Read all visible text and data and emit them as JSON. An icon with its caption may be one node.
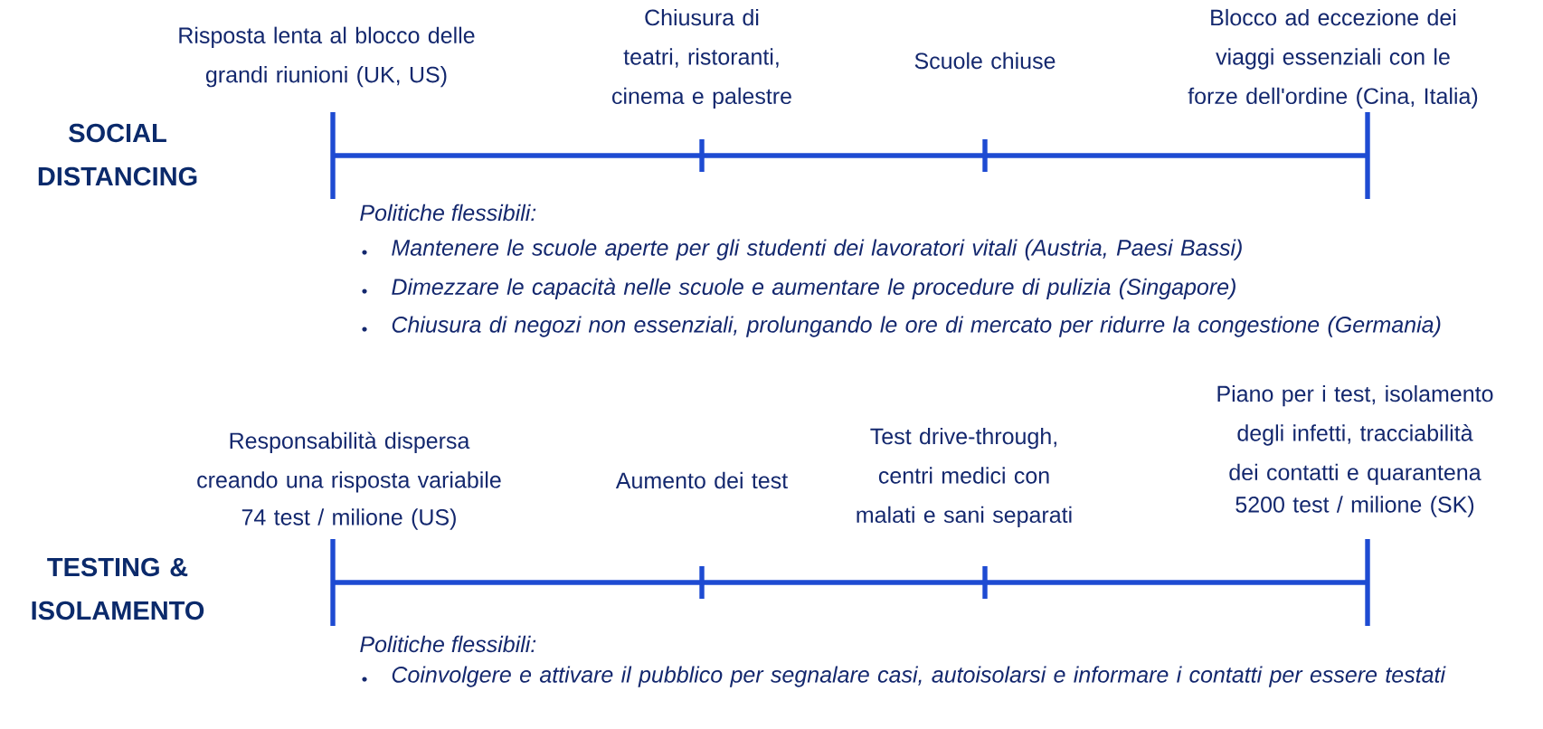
{
  "diagram": {
    "labels": [
      "Risposta lenta al blocco delle grandi riunioni (UK, US)",
      "Chiusura di teatri, ristoranti, cinema e palestre",
      "Scuole chiuse",
      "Blocco ad eccezione dei viaggi essenziali con le forze dell'ordine (Cina, Italia)",
      "SOCIAL DISTANCING",
      "Politiche flessibili:",
      "Mantenere le scuole aperte per gli studenti dei lavoratori vitali (Austria, Paesi Bassi)",
      "Dimezzare le capacità nelle scuole e aumentare le procedure di pulizia (Singapore)",
      "Chiusura di negozi non essenziali, prolungando le ore di mercato per ridurre la congestione (Germania)",
      "Responsabilità dispersa creando una risposta variabile",
      "74 test / milione (US)",
      "Aumento dei test",
      "Test drive-through, centri medici con malati e sani separati",
      "Piano per i test, isolamento degli infetti, tracciabilità dei contatti e quarantena",
      "5200 test / milione (SK)",
      "TESTING & ISOLAMENTO",
      "Politiche flessibili:",
      "Coinvolgere e attivare il pubblico per segnalare casi, autoisolarsi e informare i contatti per essere testati"
    ]
  }
}
